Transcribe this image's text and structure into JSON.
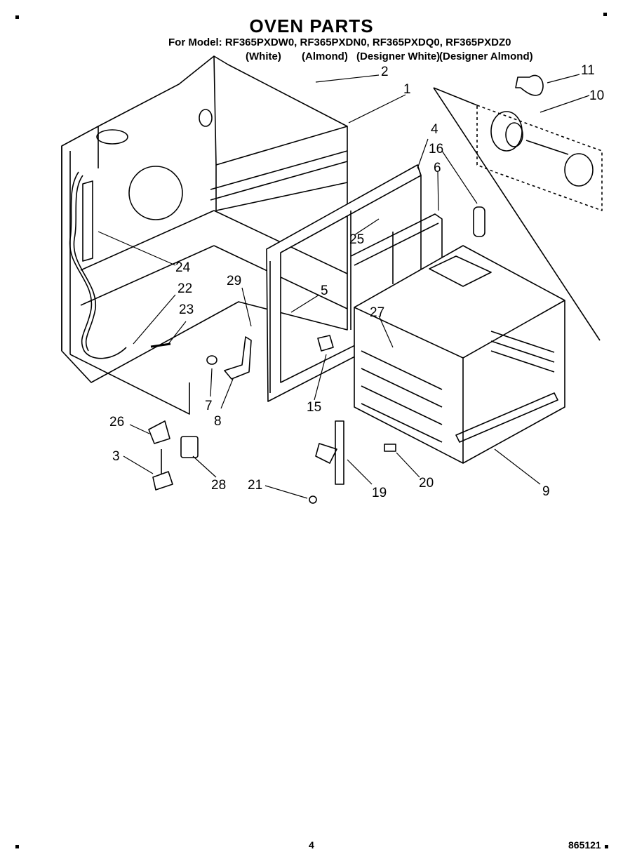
{
  "header": {
    "title": "OVEN PARTS",
    "models_line": "For Model: RF365PXDW0, RF365PXDN0, RF365PXDQ0, RF365PXDZ0",
    "variants": [
      "(White)",
      "(Almond)",
      "(Designer White)",
      "(Designer Almond)"
    ]
  },
  "callouts": [
    "1",
    "2",
    "3",
    "4",
    "5",
    "6",
    "7",
    "8",
    "9",
    "10",
    "11",
    "15",
    "16",
    "19",
    "20",
    "21",
    "22",
    "23",
    "24",
    "25",
    "26",
    "27",
    "28",
    "29"
  ],
  "footer": {
    "page_number": "4",
    "doc_code": "865121"
  }
}
